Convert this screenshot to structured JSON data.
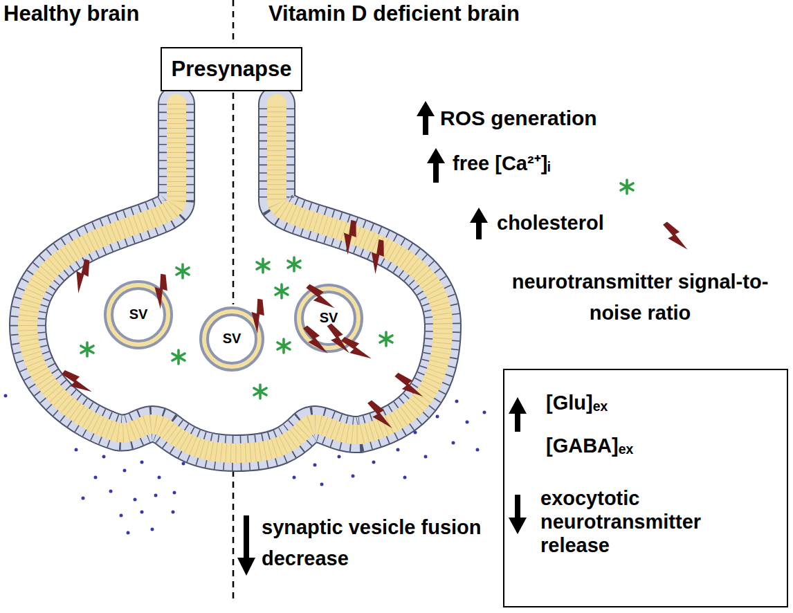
{
  "diagram": {
    "nodes": [
      {
        "text": [
          "Presynapse"
        ]
      },
      {
        "text": [
          "SV"
        ]
      },
      {
        "text": [
          "SV"
        ]
      },
      {
        "text": [
          "SV"
        ]
      },
      {
        "text": [
          "[Glu]ₑₓ",
          "[GABA]ₑₓ",
          "exocytotic neurotransmitter release"
        ]
      }
    ],
    "labels": [
      "Healthy brain",
      "Vitamin D deficient brain",
      "ROS generation",
      "free [Ca²⁺]ᵢ",
      "cholesterol",
      "neurotransmitter signal-to-noise ratio",
      "synaptic vesicle fusion decrease"
    ]
  }
}
